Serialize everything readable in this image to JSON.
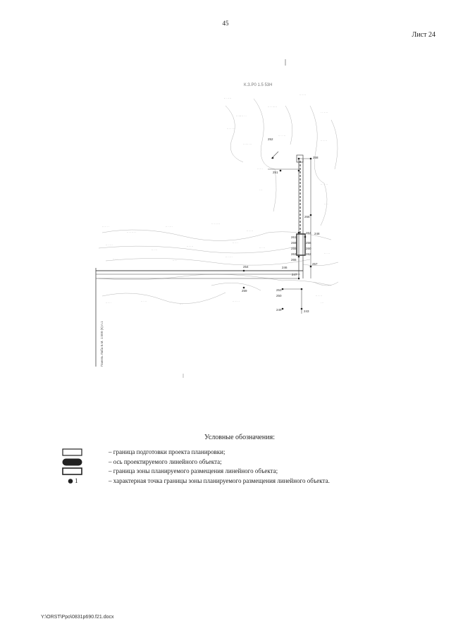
{
  "page_number": "45",
  "sheet_label": "Лист 24",
  "map": {
    "district_label": "К.З.Р0 1.5 53Н",
    "vertical_label": "Панель Лаба Б.М. 1:500 (К) п.1",
    "point_labels": [
      "252",
      "251",
      "258",
      "266",
      "261",
      "264",
      "248",
      "269",
      "256",
      "255",
      "260",
      "263",
      "262",
      "265",
      "257",
      "254",
      "259",
      "246",
      "247",
      "253",
      "250",
      "249",
      "243"
    ]
  },
  "legend": {
    "title": "Условные обозначения:",
    "items": [
      {
        "symbol": "planning-boundary",
        "text": "–  граница подготовки проекта планировки;"
      },
      {
        "symbol": "axis-line",
        "text": "–  ось проектируемого линейного объекта;"
      },
      {
        "symbol": "zone-boundary",
        "text": "–  граница зоны планируемого размещения линейного объекта;"
      },
      {
        "symbol": "characteristic-point",
        "label": "1",
        "text": "–  характерная точка границы зоны планируемого размещения линейного объекта."
      }
    ]
  },
  "footer_path": "Y:\\ORST\\Ppo\\0831p690.f21.docx",
  "colors": {
    "ink": "#222222",
    "faint": "#999999"
  }
}
